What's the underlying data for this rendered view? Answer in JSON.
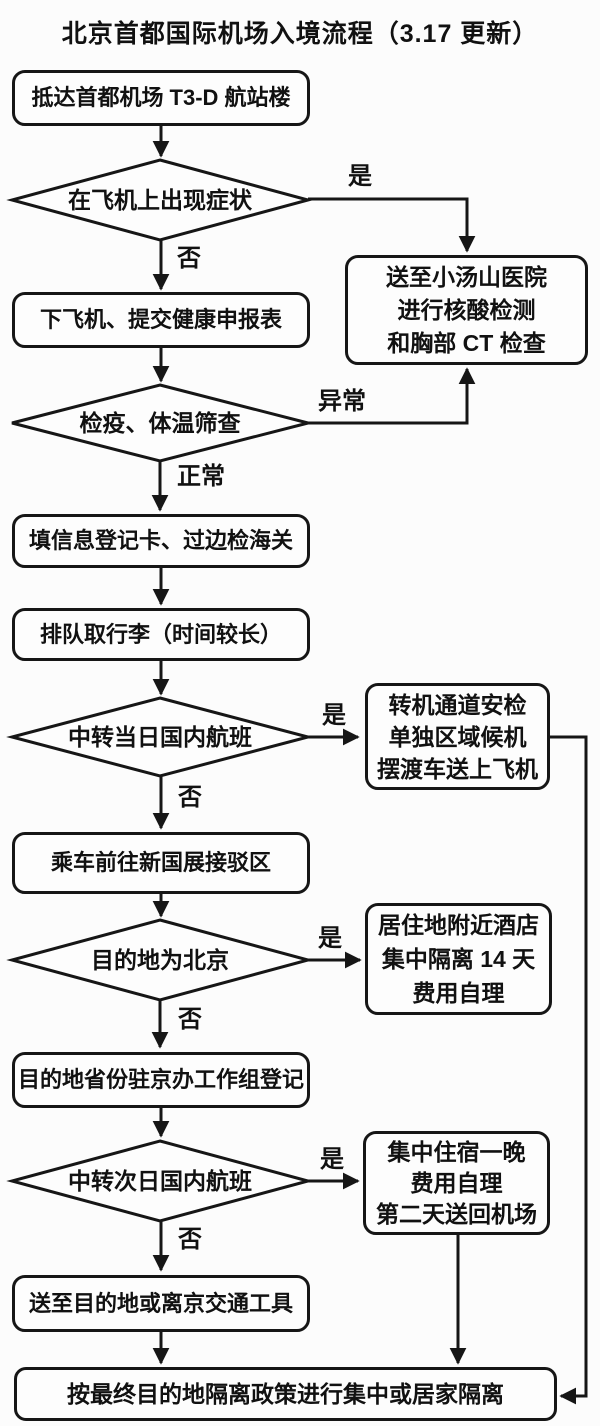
{
  "title": "北京首都国际机场入境流程（3.17 更新）",
  "nodes": {
    "arrive": "抵达首都机场 T3-D 航站楼",
    "symptom_check": "在飞机上出现症状",
    "hospital": "送至小汤山医院\n进行核酸检测\n和胸部 CT 检查",
    "deplane": "下飞机、提交健康申报表",
    "quarantine_check": "检疫、体温筛查",
    "registration": "填信息登记卡、过边检海关",
    "baggage": "排队取行李（时间较长）",
    "same_day_transfer": "中转当日国内航班",
    "transfer_channel": "转机通道安检\n单独区域候机\n摆渡车送上飞机",
    "shuttle": "乘车前往新国展接驳区",
    "destination_beijing": "目的地为北京",
    "hotel_quarantine": "居住地附近酒店\n集中隔离 14 天\n费用自理",
    "province_registration": "目的地省份驻京办工作组登记",
    "next_day_transfer": "中转次日国内航班",
    "overnight_stay": "集中住宿一晚\n费用自理\n第二天送回机场",
    "transport": "送至目的地或离京交通工具",
    "final_quarantine": "按最终目的地隔离政策进行集中或居家隔离"
  },
  "edge_labels": {
    "yes1": "是",
    "no1": "否",
    "abnormal": "异常",
    "normal": "正常",
    "yes2": "是",
    "no2": "否",
    "yes3": "是",
    "no3": "否",
    "yes4": "是",
    "no4": "否"
  },
  "colors": {
    "line": "#161616",
    "background": "#fcfcfc",
    "node_fill": "#fdfdfd",
    "text": "#111111"
  }
}
